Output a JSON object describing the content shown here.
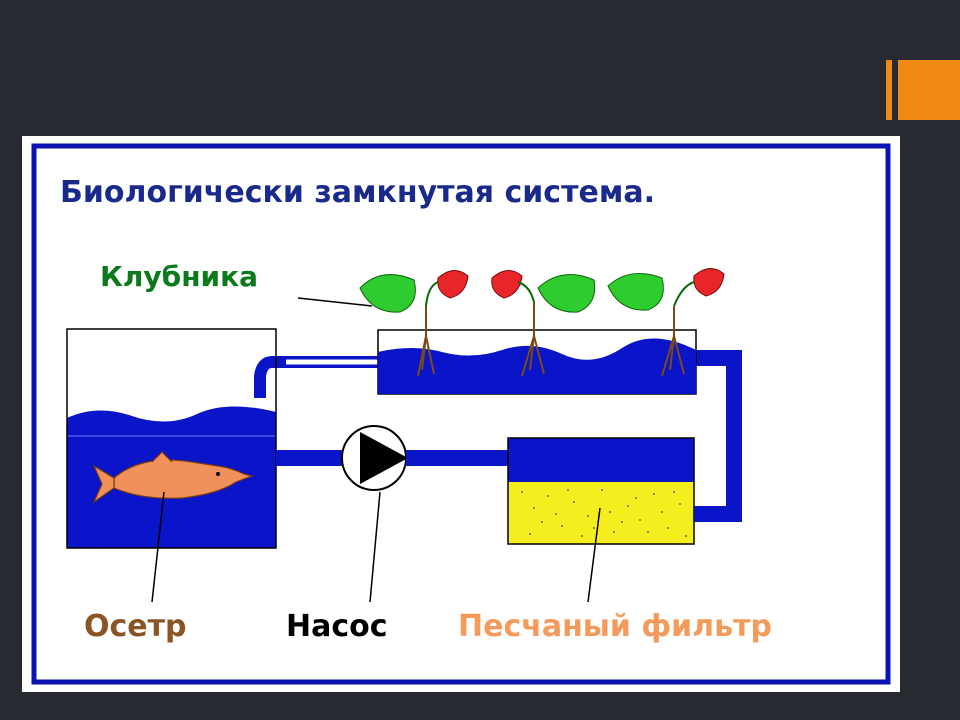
{
  "title": "Биологически замкнутая система.",
  "labels": {
    "strawberry": "Клубника",
    "sturgeon": "Осетр",
    "pump": "Насос",
    "sand_filter": "Песчаный фильтр"
  },
  "colors": {
    "background": "#272b31",
    "accent": "#f08a12",
    "frame_border": "#0a14b4",
    "water": "#0a14c8",
    "title_text": "#1a2a8c",
    "strawberry_text": "#0a7a1a",
    "sturgeon_text": "#8a5424",
    "pump_text": "#000000",
    "filter_text": "#f49a5a",
    "sand": "#f5ee1e",
    "fish": "#f0905a",
    "leaf": "#2ecc2e",
    "berry": "#e8262a"
  },
  "icons": [
    "fish-icon",
    "pump-icon",
    "strawberry-plant-icon",
    "leaf-icon",
    "berry-icon"
  ]
}
